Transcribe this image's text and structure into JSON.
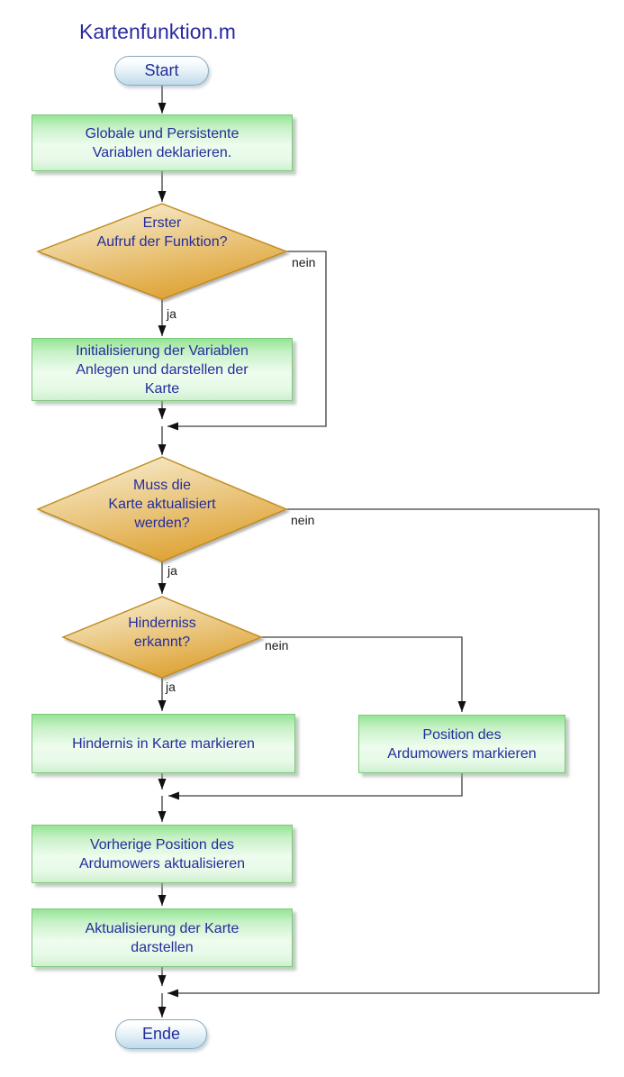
{
  "title": "Kartenfunktion.m",
  "nodes": {
    "start": "Start",
    "declare_vars": "Globale und Persistente\nVariablen deklarieren.",
    "first_call": "Erster\nAufruf der Funktion?",
    "init_vars": "Initialisierung der Variablen\nAnlegen und darstellen der\nKarte",
    "map_update": "Muss die\nKarte aktualisiert\nwerden?",
    "obstacle": "Hinderniss\nerkannt?",
    "mark_obstacle": "Hindernis in Karte markieren",
    "mark_position": "Position des\nArdumowers markieren",
    "update_prev_position": "Vorherige Position des\nArdumowers aktualisieren",
    "render_map": "Aktualisierung der Karte\ndarstellen",
    "end": "Ende"
  },
  "edge_labels": {
    "first_call_yes": "ja",
    "first_call_no": "nein",
    "map_update_yes": "ja",
    "map_update_no": "nein",
    "obstacle_yes": "ja",
    "obstacle_no": "nein"
  },
  "colors": {
    "node_text": "#232d9c",
    "title_text": "#2a2aa0",
    "process_fill_top": "#94e594",
    "process_fill_light": "#eefcee",
    "process_border": "#7cc87c",
    "decision_fill_light": "#f9f2da",
    "decision_fill_dark": "#dfa53a",
    "decision_border": "#c08a18",
    "terminal_fill": "#bedbea",
    "terminal_border": "#87a9bd",
    "connector": "#3d3d3d",
    "edge_label_text": "#1b1b1b"
  }
}
